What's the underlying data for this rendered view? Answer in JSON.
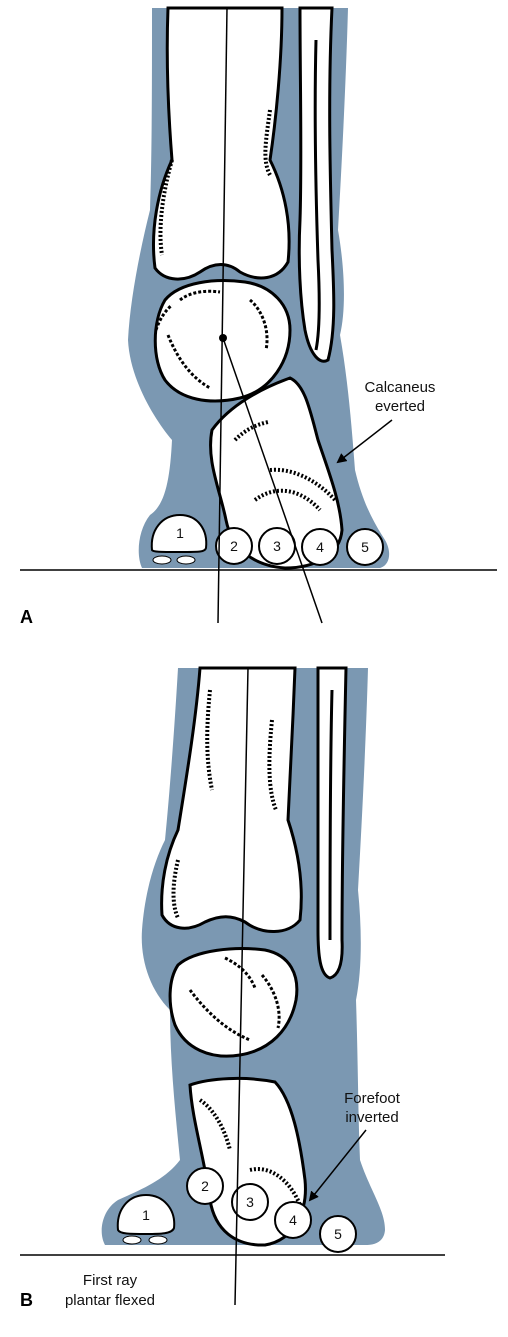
{
  "colors": {
    "soft_tissue": "#7b98b2",
    "bone": "#ffffff",
    "outline": "#000000",
    "background": "#ffffff"
  },
  "panel_a": {
    "letter": "A",
    "annotation_line1": "Calcaneus",
    "annotation_line2": "everted",
    "metatarsals": [
      "1",
      "2",
      "3",
      "4",
      "5"
    ]
  },
  "panel_b": {
    "letter": "B",
    "annotation_line1": "Forefoot",
    "annotation_line2": "inverted",
    "caption_line1": "First ray",
    "caption_line2": "plantar flexed",
    "metatarsals": [
      "1",
      "2",
      "3",
      "4",
      "5"
    ]
  }
}
